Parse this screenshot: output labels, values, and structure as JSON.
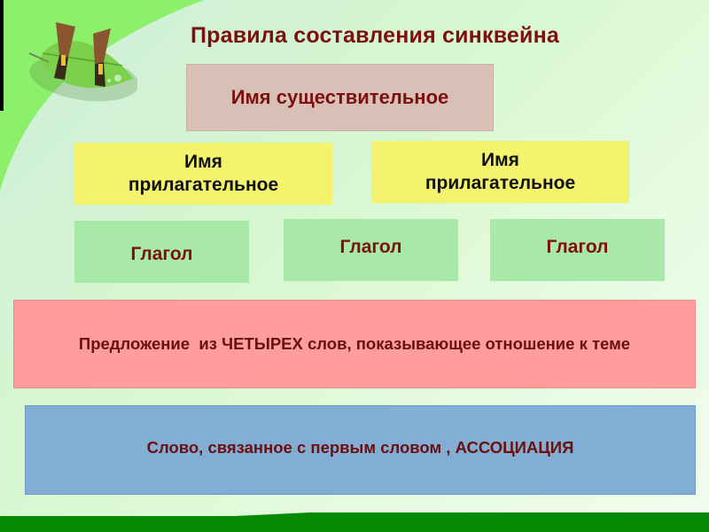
{
  "slide": {
    "title": "Правила составления синквейна",
    "decoration": "butterflies-on-leaf",
    "colors": {
      "title_text": "#7d0f0f",
      "noun_box": "#d8c0b6",
      "adjective_box": "#f3f36e",
      "verb_box": "#a8e8a8",
      "sentence_box": "#ff9c9c",
      "association_box": "#82aed6",
      "corner_green": "#8cf06a",
      "ground_green": "#048a04"
    }
  },
  "rows": {
    "noun": {
      "label": "Имя существительное"
    },
    "adjectives": [
      {
        "line1": "Имя",
        "line2": "прилагательное"
      },
      {
        "line1": "Имя",
        "line2": "прилагательное"
      }
    ],
    "verbs": [
      {
        "label": "Глагол"
      },
      {
        "label": "Глагол"
      },
      {
        "label": "Глагол"
      }
    ],
    "sentence": {
      "label": "Предложение  из ЧЕТЫРЕХ слов, показывающее отношение к теме"
    },
    "association": {
      "label": "Слово, связанное с первым словом , АССОЦИАЦИЯ"
    }
  }
}
